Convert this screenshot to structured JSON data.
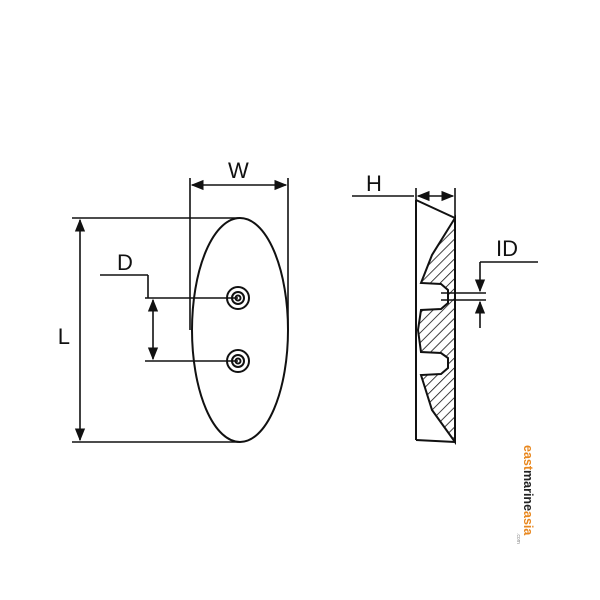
{
  "diagram": {
    "labels": {
      "width": "W",
      "length": "L",
      "hole_spacing": "D",
      "height": "H",
      "inner_diameter": "ID"
    },
    "colors": {
      "line": "#111111",
      "background": "#ffffff"
    }
  },
  "watermark": {
    "part1": "east",
    "part2": "marine",
    "part3": "asia",
    "suffix": ".com",
    "colors": {
      "orange": "#e8871e",
      "dark": "#222222"
    }
  }
}
